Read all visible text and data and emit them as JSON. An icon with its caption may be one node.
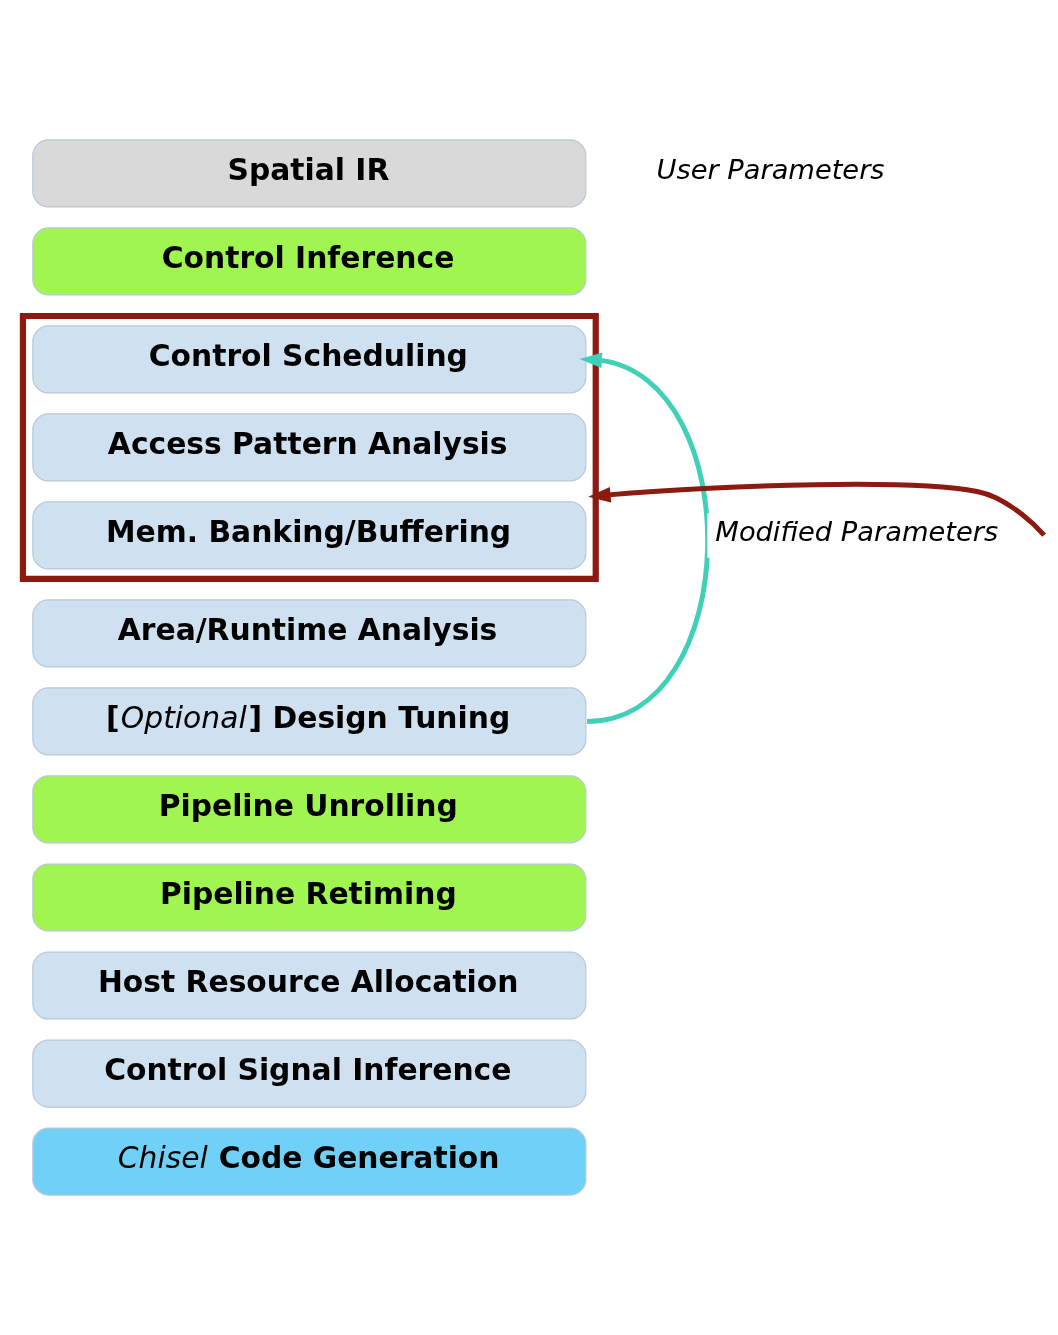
{
  "diagram": {
    "nodes": [
      {
        "text": [
          "Spatial IR"
        ]
      },
      {
        "text": [
          "Control Inference"
        ]
      },
      {
        "text": [],
        "shape": "box"
      },
      {
        "text": [
          "Control Scheduling"
        ],
        "in": 2
      },
      {
        "text": [
          "Access Pattern Analysis"
        ],
        "in": 2
      },
      {
        "text": [
          "Mem. Banking/Buffering"
        ],
        "in": 2
      },
      {
        "text": [
          "Area/Runtime Analysis"
        ]
      },
      {
        "text": [
          "[*Optional*] Design Tuning"
        ]
      },
      {
        "text": [
          "Pipeline Unrolling"
        ]
      },
      {
        "text": [
          "Pipeline Retiming"
        ]
      },
      {
        "text": [
          "Host Resource Allocation"
        ]
      },
      {
        "text": [
          "Control Signal Inference"
        ]
      },
      {
        "text": [
          "*Chisel* Code Generation"
        ]
      }
    ],
    "edges": [
      {
        "from": 7,
        "to": 3,
        "arrow": "to",
        "label": "Modified Parameters",
        "color": "#40d0b8"
      },
      {
        "from": null,
        "to": 2,
        "arrow": "to",
        "color": "#8b1a10"
      }
    ],
    "labels": [
      "User Parameters"
    ]
  }
}
